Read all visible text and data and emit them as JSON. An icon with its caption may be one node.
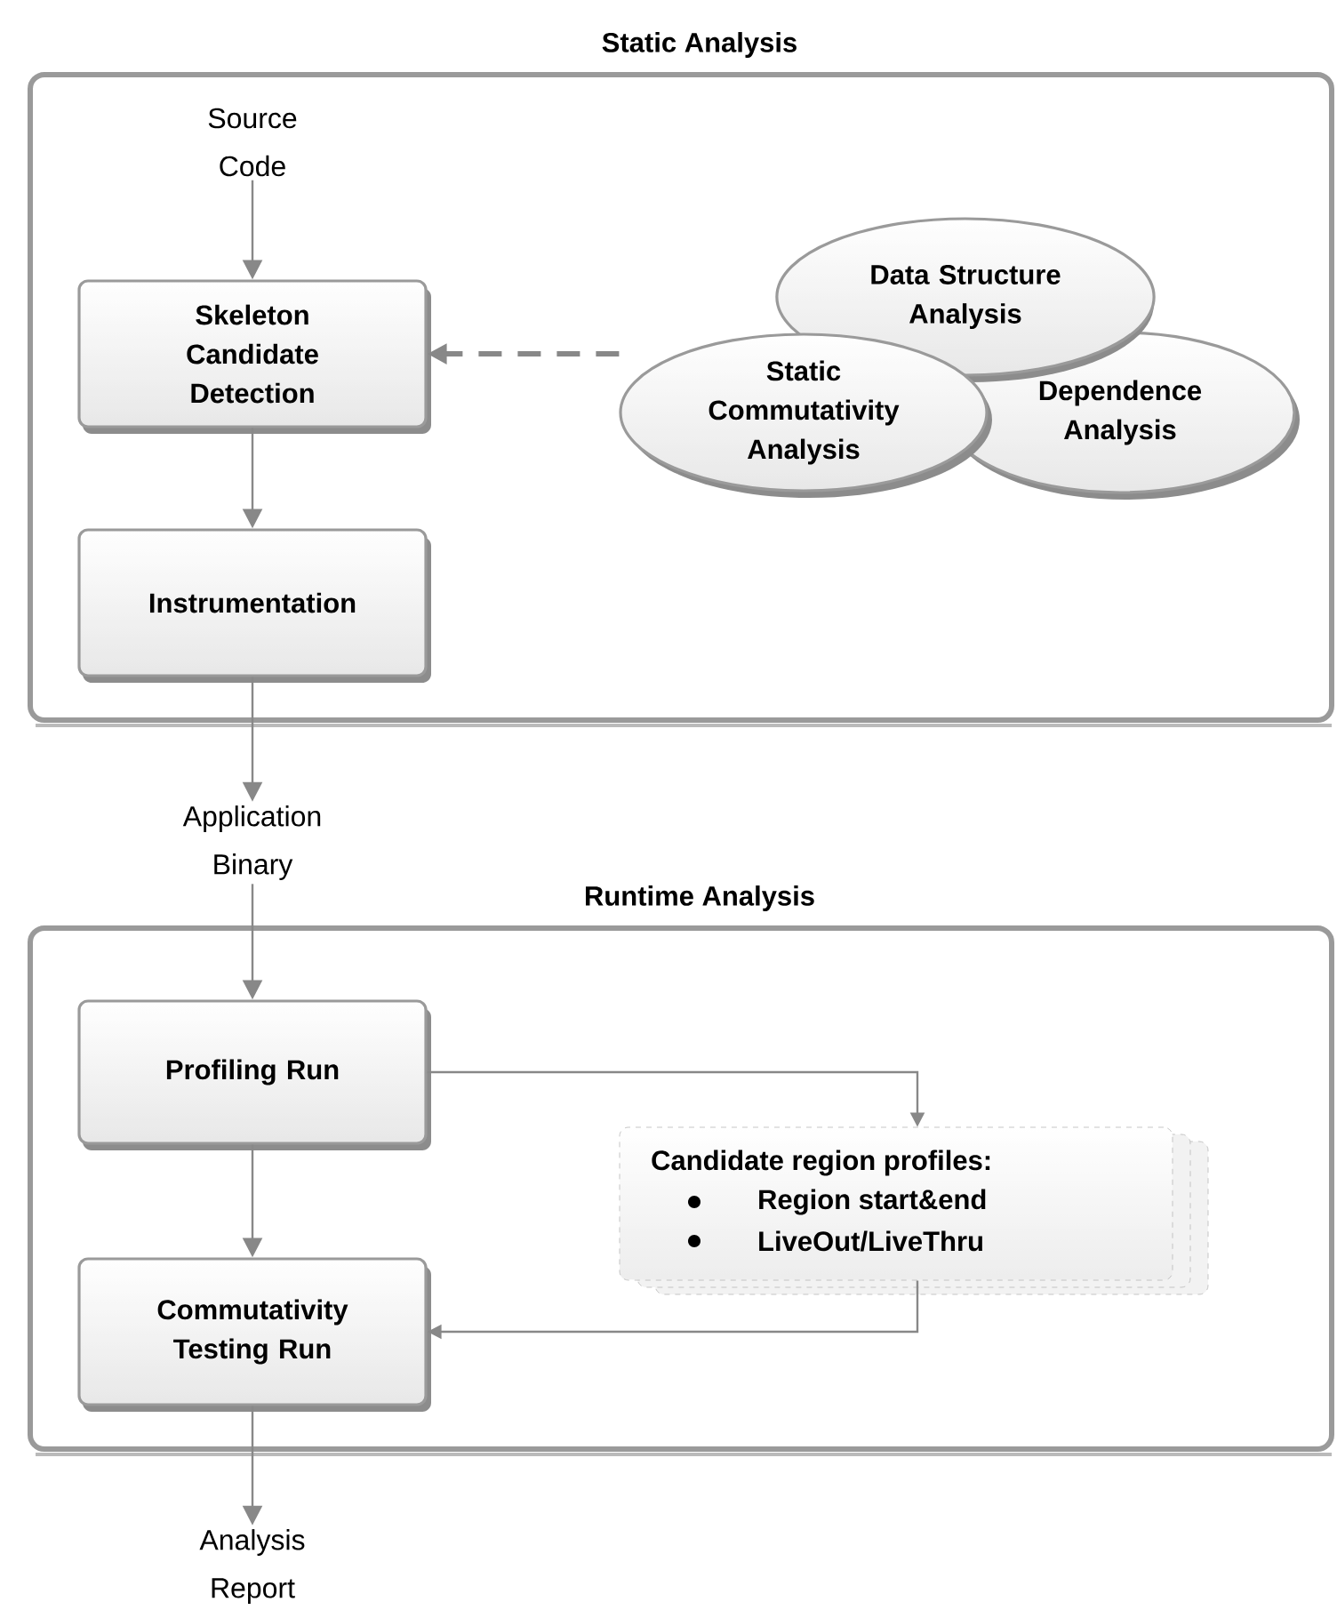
{
  "diagram": {
    "nodes": [
      {
        "text": [
          "Static Analysis"
        ]
      },
      {
        "text": [
          "Source Code"
        ],
        "in": 0
      },
      {
        "text": [
          "Skeleton Candidate Detection"
        ],
        "in": 0
      },
      {
        "text": [
          "Instrumentation"
        ],
        "in": 0
      },
      {
        "text": [
          "Data Structure Analysis"
        ],
        "in": 0
      },
      {
        "text": [
          "Dependence Analysis"
        ],
        "in": 0
      },
      {
        "text": [
          "Static Commutativity Analysis"
        ],
        "in": 0
      },
      {
        "text": [
          "Application Binary"
        ]
      },
      {
        "text": [
          "Runtime Analysis"
        ]
      },
      {
        "text": [
          "Profiling Run"
        ],
        "in": 8
      },
      {
        "text": [
          "Candidate region profiles:",
          "Region start&end",
          "LiveOut/LiveThru"
        ],
        "in": 8
      },
      {
        "text": [
          "Commutativity Testing Run"
        ],
        "in": 8
      },
      {
        "text": [
          "Analysis Report"
        ]
      }
    ],
    "edges": [
      {
        "from": 1,
        "to": 2,
        "arrow": "to"
      },
      {
        "from": 6,
        "to": 2,
        "arrow": "to",
        "style": "dashed"
      },
      {
        "from": 2,
        "to": 3,
        "arrow": "to"
      },
      {
        "from": 3,
        "to": 7,
        "arrow": "to"
      },
      {
        "from": 7,
        "to": 9,
        "arrow": "to"
      },
      {
        "from": 9,
        "to": 10,
        "arrow": "to"
      },
      {
        "from": 10,
        "to": 11,
        "arrow": "to"
      },
      {
        "from": 9,
        "to": 11,
        "arrow": "to"
      },
      {
        "from": 11,
        "to": 12,
        "arrow": "to"
      }
    ]
  }
}
